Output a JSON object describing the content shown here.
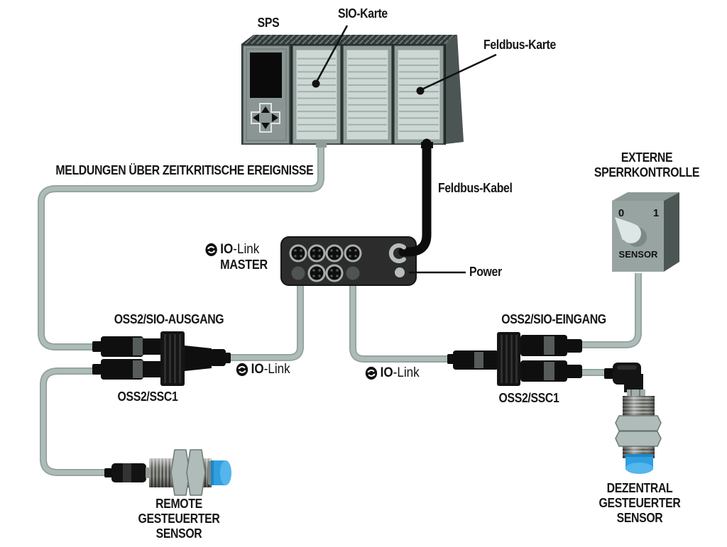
{
  "plc": {
    "label": "SPS",
    "sio_card": "SIO-Karte",
    "fieldbus_card": "Feldbus-Karte"
  },
  "messages_label": "MELDUNGEN ÜBER ZEITKRITISCHE EREIGNISSE",
  "fieldbus_cable_label": "Feldbus-Kabel",
  "master": {
    "brand_bold": "IO",
    "brand_rest": "-Link",
    "role": "MASTER",
    "power_label": "Power"
  },
  "io_link_left": {
    "bold": "IO",
    "rest": "-Link"
  },
  "io_link_right": {
    "bold": "IO",
    "rest": "-Link"
  },
  "external_control": {
    "title_line1": "EXTERNE",
    "title_line2": "SPERRKONTROLLE",
    "off": "0",
    "on": "1",
    "knob_label": "SENSOR"
  },
  "left_splitter": {
    "top": "OSS2/SIO-AUSGANG",
    "bottom": "OSS2/SSC1"
  },
  "right_splitter": {
    "top": "OSS2/SIO-EINGANG",
    "bottom": "OSS2/SSC1"
  },
  "remote_sensor": {
    "line1": "REMOTE GESTEUERTER",
    "line2": "SENSOR"
  },
  "decentral_sensor": {
    "line1": "DEZENTRAL",
    "line2": "GESTEUERTER",
    "line3": "SENSOR"
  },
  "colors": {
    "cable_gray": "#a9b8b5",
    "sensor_tip_blue": "#2f9fe0",
    "device_black": "#141414",
    "panel_gray": "#cdd8d5"
  },
  "icons": {
    "io_link_logo": "circular-double-arrow-icon",
    "keypad": "arrow-pad-icon"
  }
}
